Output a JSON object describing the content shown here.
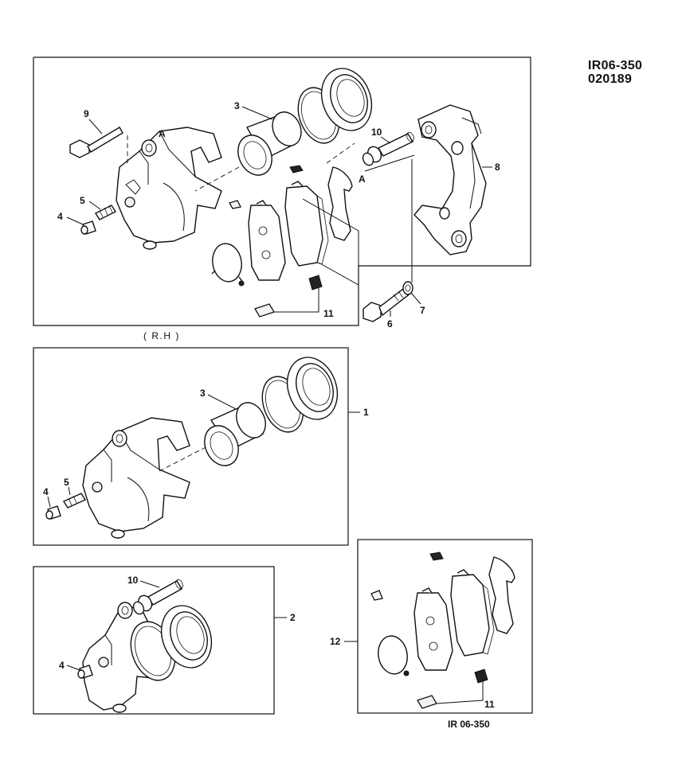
{
  "reference": {
    "line1": "IR06-350",
    "line2": "020189"
  },
  "caption_rh": "( R.H )",
  "footer_code": "IR 06-350",
  "mark_a": "A",
  "callouts": {
    "top": {
      "p3": "3",
      "p4": "4",
      "p5": "5",
      "p6": "6",
      "p7": "7",
      "p8": "8",
      "p9": "9",
      "p10": "10",
      "p11": "11"
    },
    "middle": {
      "p1": "1",
      "p3": "3",
      "p4": "4",
      "p5": "5"
    },
    "bottom_left": {
      "p2": "2",
      "p4": "4",
      "p10": "10"
    },
    "bottom_right": {
      "p11": "11",
      "p12": "12"
    }
  }
}
